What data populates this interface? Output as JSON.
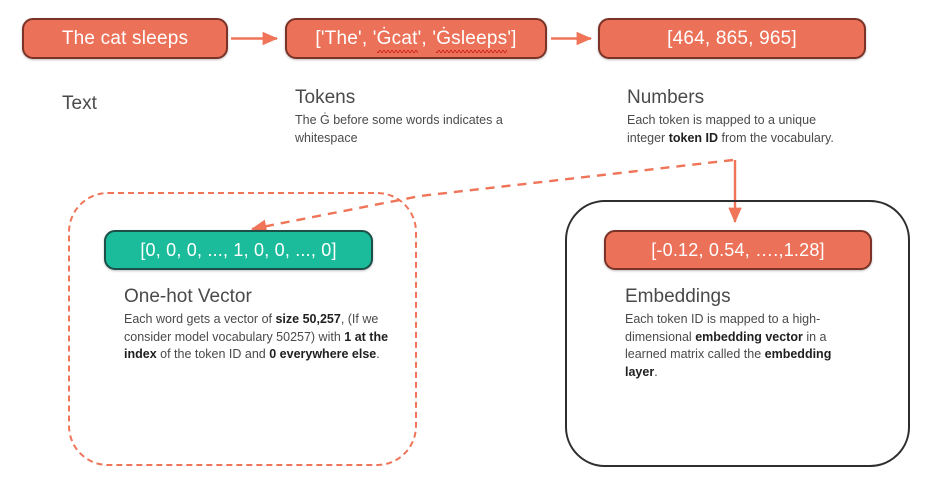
{
  "pipeline": {
    "text_box": "The cat sleeps",
    "tokens_box_prefix": "['The', '",
    "tokens_box_tok2": "Ġcat",
    "tokens_box_mid": "', '",
    "tokens_box_tok3": "Ġsleeps",
    "tokens_box_suffix": "']",
    "numbers_box": "[464, 865, 965]",
    "onehot_box": "[0, 0, 0, ..., 1, 0, 0, ..., 0]",
    "embeddings_box": "[-0.12, 0.54, ….,1.28]"
  },
  "captions": {
    "text": {
      "title": "Text",
      "body": ""
    },
    "tokens": {
      "title": "Tokens",
      "body_line1": "The Ġ before some words indicates",
      "body_line2": "a whitespace"
    },
    "numbers": {
      "title": "Numbers",
      "body_pre": "Each token is mapped to a unique integer ",
      "body_bold": "token ID",
      "body_post": " from the vocabulary."
    },
    "onehot": {
      "title": "One-hot Vector",
      "p1": "Each word gets a vector of ",
      "b1": "size 50,257",
      "p2": ", (If we consider model vocabulary 50257) with ",
      "b2": "1 at the index",
      "p3": " of the token ID and ",
      "b3": "0 everywhere else",
      "p4": "."
    },
    "embeddings": {
      "title": "Embeddings",
      "p1": "Each token ID is mapped to a high-dimensional ",
      "b1": "embedding vector",
      "p2": " in a learned matrix called the ",
      "b2": "embedding layer",
      "p3": "."
    }
  },
  "colors": {
    "salmon": "#ec7159",
    "salmon_border": "#7a3326",
    "teal": "#1bbc9b",
    "teal_border": "#1b4f47",
    "arrow": "#ef7458",
    "dashed_container": "#ef7458",
    "solid_container": "#2e2e2e",
    "text": "#4a4a4a"
  }
}
